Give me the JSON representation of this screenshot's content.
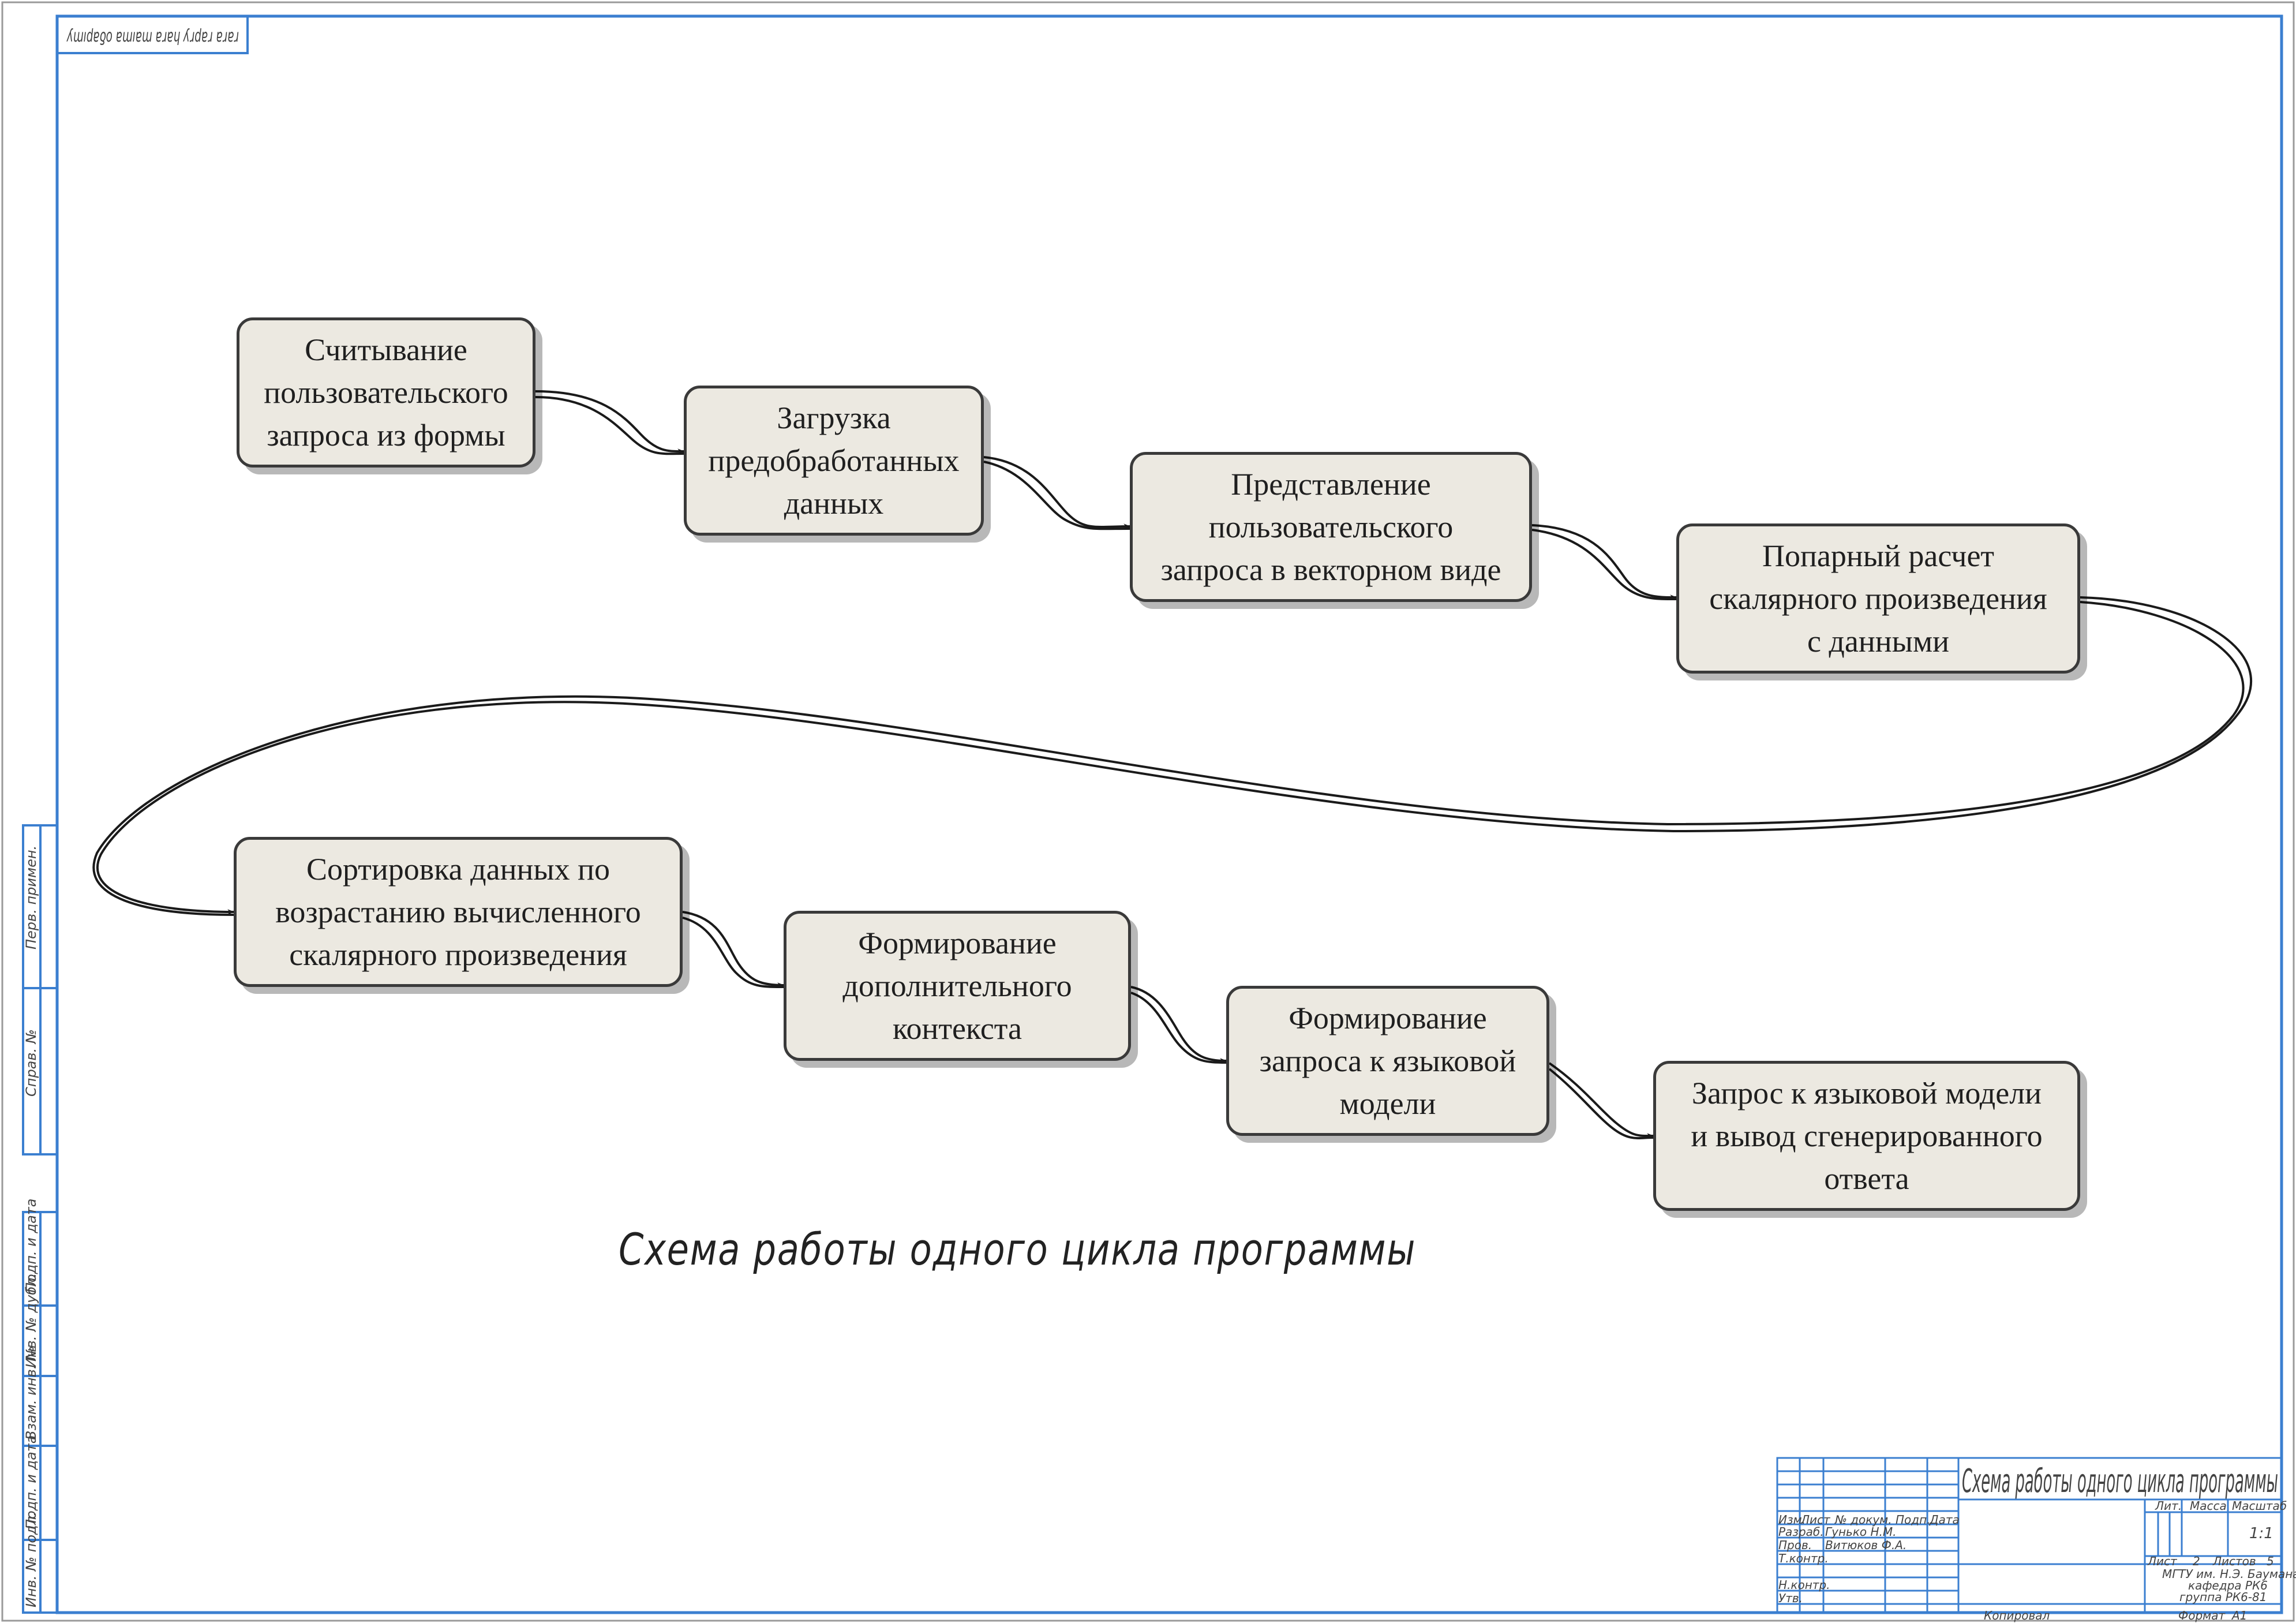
{
  "frame": {
    "corner_stamp": "ʎɯıdɐƍo ɐɯıɐɯ ɐɹɐɥ ʎɹdɐɹ ɐɹɐɹ",
    "side_labels": [
      "Перв. примен.",
      "Справ. №",
      "Подп. и дата",
      "Инв. № дубл.",
      "Взам. инв. №",
      "Подп. и дата",
      "Инв. № подл."
    ]
  },
  "flow": {
    "nodes": [
      {
        "label": "Считывание\nпользовательского\nзапроса из формы"
      },
      {
        "label": "Загрузка\nпредобработанных\nданных"
      },
      {
        "label": "Представление\nпользовательского\nзапроса в векторном виде"
      },
      {
        "label": "Попарный расчет\nскалярного произведения\nс данными"
      },
      {
        "label": "Сортировка данных по\nвозрастанию вычисленного\nскалярного произведения"
      },
      {
        "label": "Формирование\nдополнительного\nконтекста"
      },
      {
        "label": "Формирование\nзапроса к языковой\nмодели"
      },
      {
        "label": "Запрос к языковой модели\nи вывод сгенерированного\nответа"
      }
    ]
  },
  "caption": "Схема работы одного цикла программы",
  "title_block": {
    "title": "Схема работы одного цикла программы",
    "col_headers": [
      "Изм.",
      "Лист",
      "№ докум.",
      "Подп.",
      "Дата"
    ],
    "rows": [
      {
        "role": "Разраб.",
        "name": "Гунько Н.М."
      },
      {
        "role": "Пров.",
        "name": "Витюков Ф.А."
      },
      {
        "role": "Т.контр.",
        "name": ""
      },
      {
        "role": "",
        "name": ""
      },
      {
        "role": "Н.контр.",
        "name": ""
      },
      {
        "role": "Утв.",
        "name": ""
      }
    ],
    "lit_label": "Лит.",
    "mass_label": "Масса",
    "scale_label": "Масштаб",
    "scale_value": "1:1",
    "sheet_label": "Лист",
    "sheet_value": "2",
    "sheets_label": "Листов",
    "sheets_value": "5",
    "org_lines": [
      "МГТУ им. Н.Э. Баумана",
      "кафедра РК6",
      "группа РК6-81"
    ],
    "copied_label": "Копировал",
    "format_label": "Формат",
    "format_value": "А1"
  }
}
